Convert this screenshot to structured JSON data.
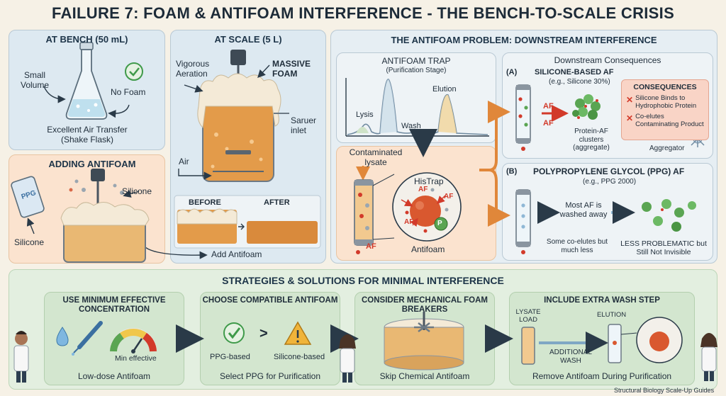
{
  "title": "FAILURE 7: FOAM & ANTIFOAM INTERFERENCE - THE BENCH-TO-SCALE CRISIS",
  "bench": {
    "header": "AT BENCH (50 mL)",
    "small_volume": "Small Volume",
    "no_foam": "No Foam",
    "caption": "Excellent Air Transfer (Shake Flask)"
  },
  "scale": {
    "header": "AT SCALE (5 L)",
    "vigorous": "Vigorous Aeration",
    "massive": "MASSIVE FOAM",
    "sparger": "Saruer inlet",
    "air": "Air",
    "before": "BEFORE",
    "after": "AFTER",
    "add_antifoam": "Add Antifoam"
  },
  "adding": {
    "header": "ADDING ANTIFOAM",
    "ppg": "PPG",
    "silicone_top": "Silicone",
    "silicone_left": "Silicone"
  },
  "problem": {
    "header": "THE ANTIFOAM PROBLEM: DOWNSTREAM INTERFERENCE",
    "trap_title": "ANTIFOAM TRAP",
    "trap_sub": "(Purification Stage)",
    "lysis": "Lysis",
    "wash": "Wash",
    "elution": "Elution",
    "contaminated": "Contaminated lysate",
    "histrap": "HisTrap",
    "af": "AF",
    "p": "P",
    "antifoam": "Antifoam"
  },
  "downstream": {
    "title": "Downstream Consequences",
    "a_label": "(A)",
    "a_title": "SILICONE-BASED AF",
    "a_sub": "(e.g., Silicone 30%)",
    "af": "AF",
    "clusters": "Protein-AF clusters (aggregate)",
    "consequences_title": "CONSEQUENCES",
    "consequences": [
      "Silicone Binds to Hydrophobic Protein",
      "Co-elutes Contaminating Product"
    ],
    "aggregator": "Aggregator",
    "b_label": "(B)",
    "b_title": "POLYPROPYLENE GLYCOL (PPG) AF",
    "b_sub": "(e.g., PPG 2000)",
    "washed": "Most AF is washed away",
    "coelutes": "Some co-elutes but much less",
    "less": "LESS PROBLEMATIC but Still Not Invisible"
  },
  "strategies": {
    "header": "STRATEGIES & SOLUTIONS FOR MINIMAL INTERFERENCE",
    "s1_title": "USE MINIMUM EFFECTIVE CONCENTRATION",
    "s1_gauge": "Min effective",
    "s1_caption": "Low-dose Antifoam",
    "s2_title": "CHOOSE COMPATIBLE ANTIFOAM",
    "s2_left": "PPG-based",
    "s2_right": "Silicone-based",
    "s2_caption": "Select PPG for Purification",
    "s3_title": "CONSIDER MECHANICAL FOAM BREAKERS",
    "s3_caption": "Skip Chemical Antifoam",
    "s4_title": "INCLUDE EXTRA WASH STEP",
    "s4_lysate": "LYSATE LOAD",
    "s4_elution": "ELUTION",
    "s4_wash": "ADDITIONAL WASH",
    "s4_caption": "Remove Antifoam During Purification"
  },
  "footer": "Structural Biology Scale-Up Guides",
  "colors": {
    "blue_panel": "#dde9f1",
    "orange_panel": "#fbe3cf",
    "green_panel": "#e3efe0",
    "foam_orange": "#e39b4a",
    "accent_red": "#d23a2a",
    "green_check": "#3f9a4a"
  }
}
